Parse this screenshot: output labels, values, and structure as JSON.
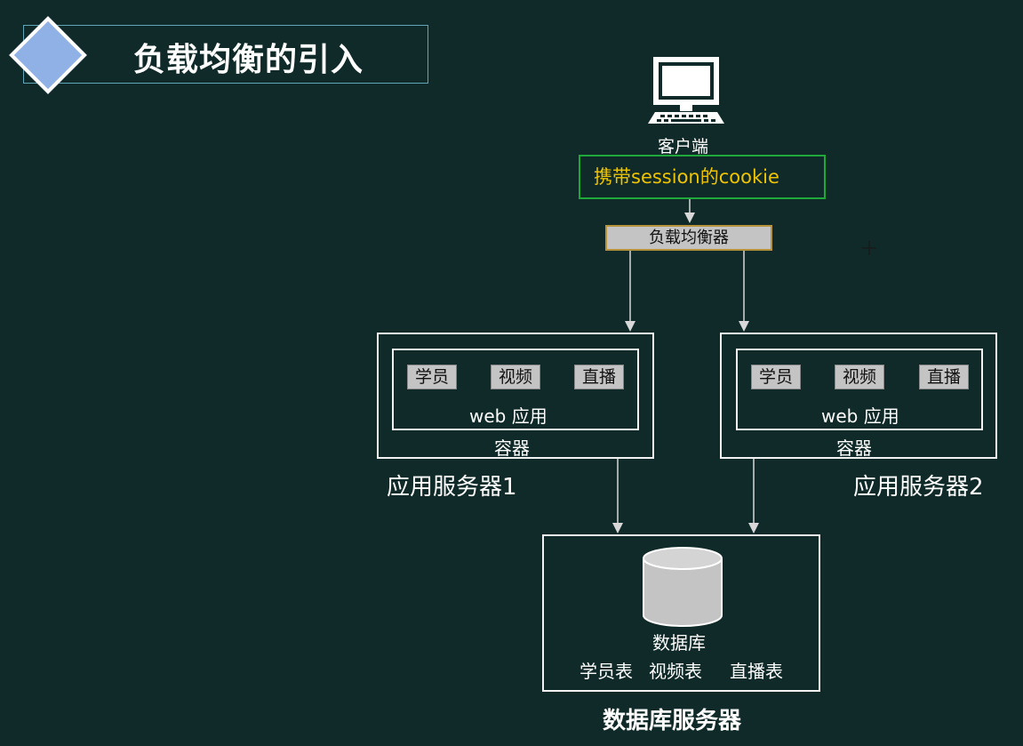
{
  "slide": {
    "title": "负载均衡的引入"
  },
  "client": {
    "label": "客户端",
    "icon": "computer-icon",
    "cookie_label": "携带session的cookie"
  },
  "load_balancer": {
    "label": "负载均衡器"
  },
  "servers": [
    {
      "name": "应用服务器1",
      "container_label": "容器",
      "web_app_label": "web 应用",
      "modules": [
        "学员",
        "视频",
        "直播"
      ]
    },
    {
      "name": "应用服务器2",
      "container_label": "容器",
      "web_app_label": "web 应用",
      "modules": [
        "学员",
        "视频",
        "直播"
      ]
    }
  ],
  "database": {
    "label": "数据库",
    "icon": "database-cylinder-icon",
    "tables": [
      "学员表",
      "视频表",
      "直播表"
    ],
    "server_name": "数据库服务器"
  },
  "colors": {
    "background": "#0f2a28",
    "cookie_border": "#1fa83a",
    "cookie_text": "#f0c400",
    "title_diamond": "#8fb1e6",
    "box_fill": "#c4c4c4"
  }
}
